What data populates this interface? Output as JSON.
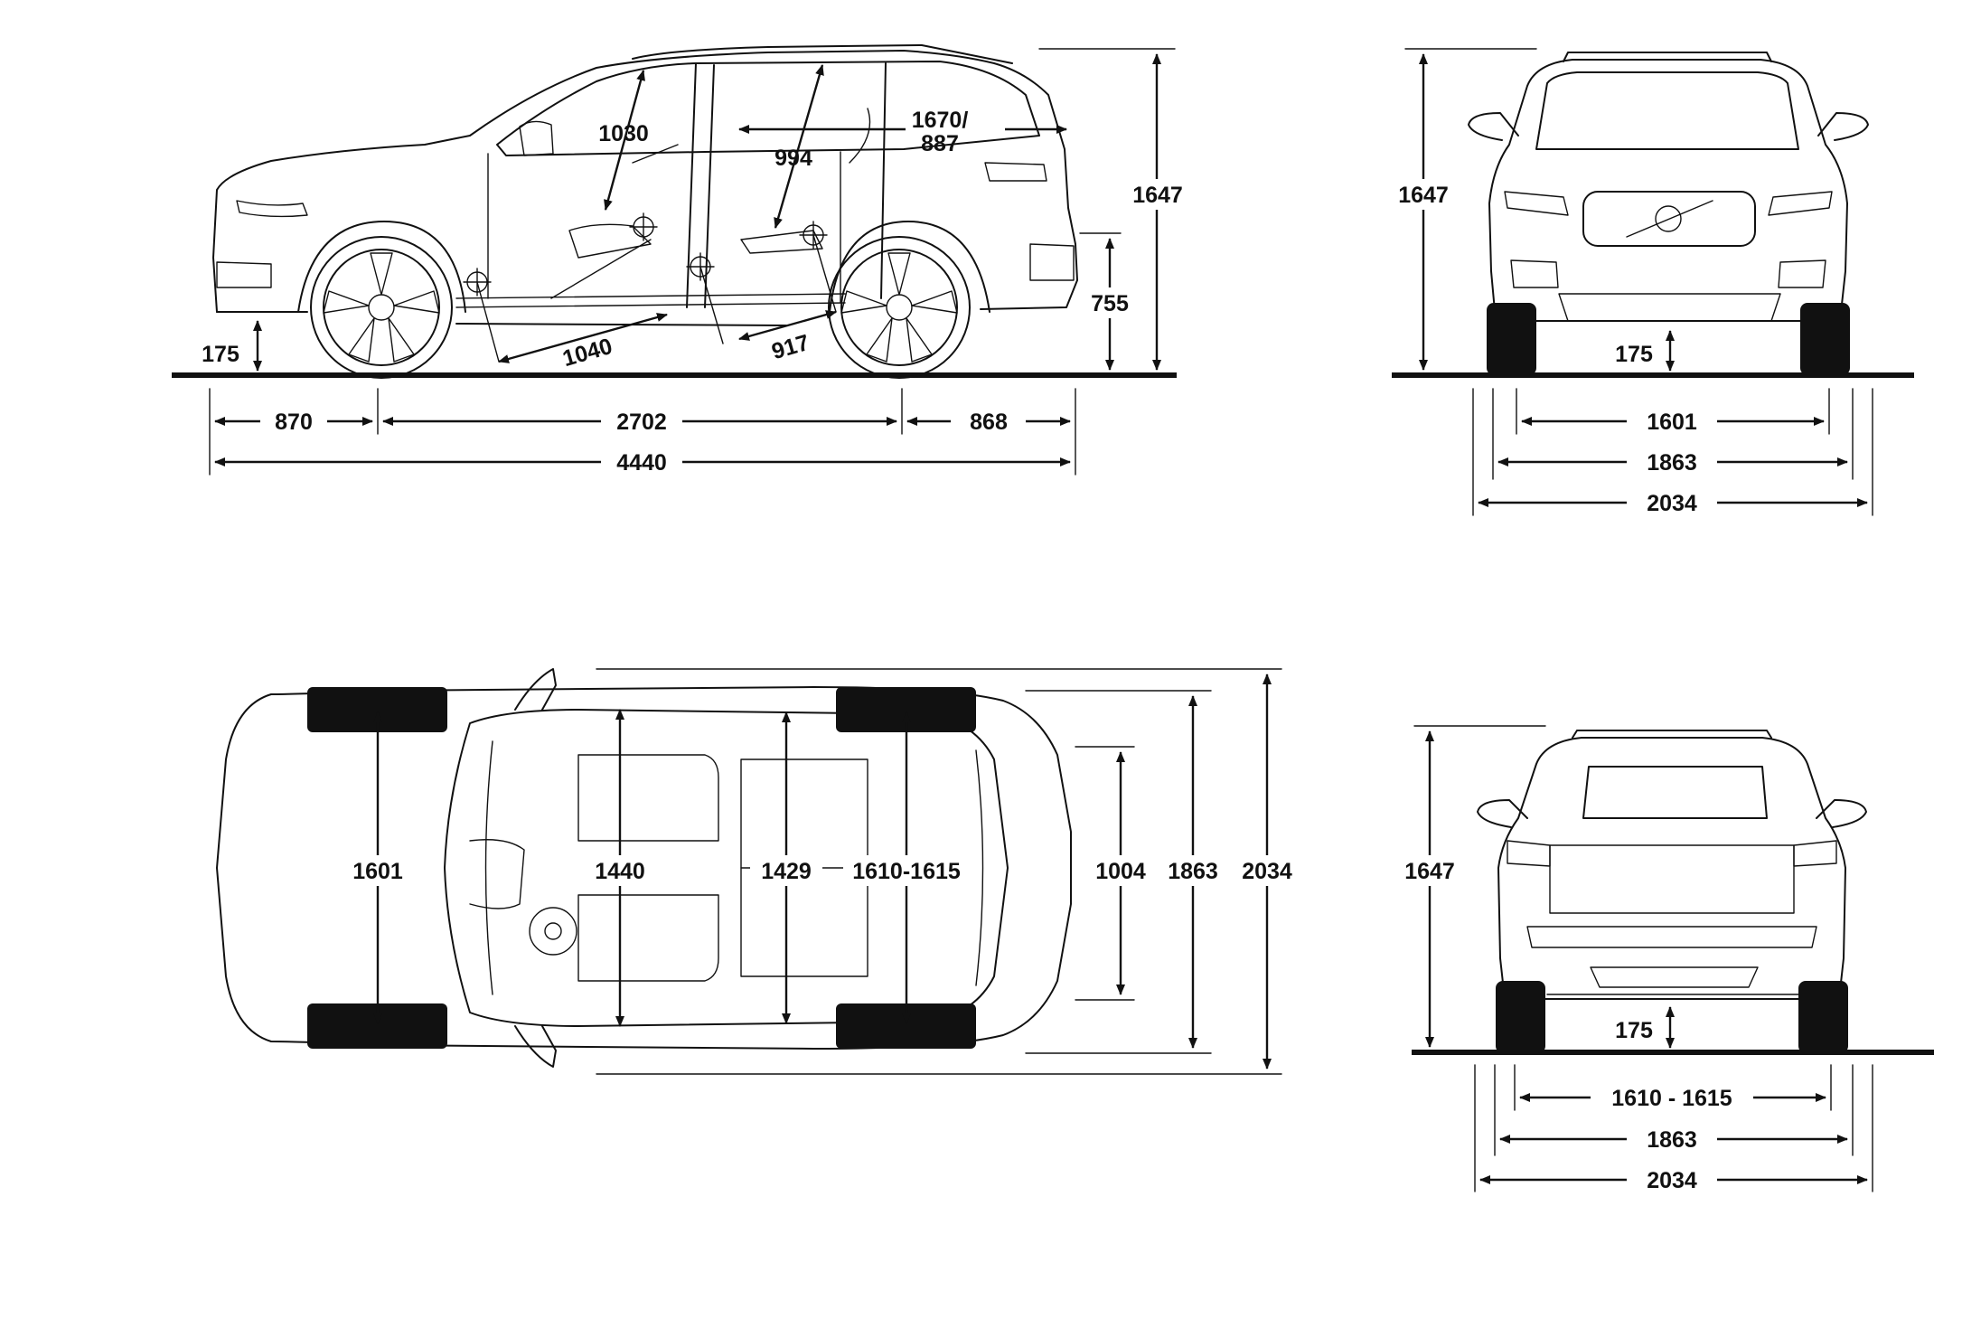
{
  "colors": {
    "ink": "#111111",
    "background": "#ffffff"
  },
  "side_view": {
    "headroom_front": "1030",
    "rear_headroom": "994",
    "cargo_line1": "1670/",
    "cargo_line2": "887",
    "overall_height": "1647",
    "loading_height": "755",
    "ground_clearance": "175",
    "front_legroom": "1040",
    "rear_legroom": "917",
    "front_overhang": "870",
    "wheelbase": "2702",
    "rear_overhang": "868",
    "overall_length": "4440"
  },
  "front_view": {
    "overall_height": "1647",
    "ground_clearance": "175",
    "front_track": "1601",
    "body_width": "1863",
    "width_mirrors": "2034"
  },
  "top_view": {
    "front_track": "1601",
    "front_shoulder": "1440",
    "rear_shoulder": "1429",
    "rear_track": "1610-1615",
    "cargo_width": "1004",
    "body_width": "1863",
    "width_mirrors": "2034"
  },
  "rear_view": {
    "overall_height": "1647",
    "ground_clearance": "175",
    "rear_track": "1610 - 1615",
    "body_width": "1863",
    "width_mirrors": "2034"
  }
}
